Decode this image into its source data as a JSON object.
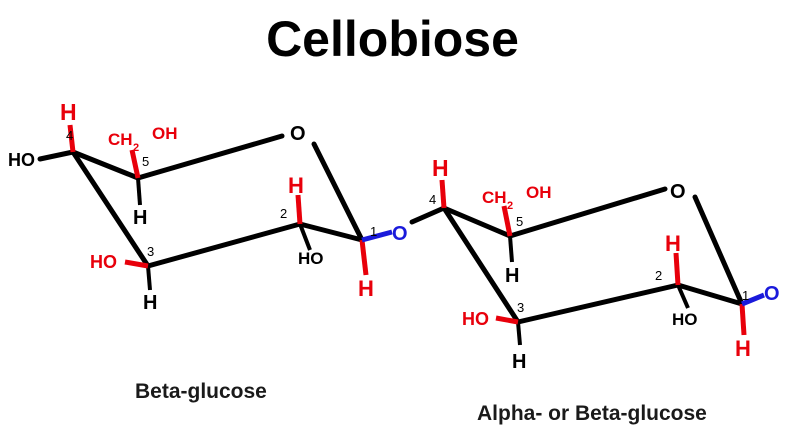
{
  "title": "Cellobiose",
  "colors": {
    "bond": "#000000",
    "hydrogen": "#e8000b",
    "glycosidic_o": "#1a1adb"
  },
  "labels": {
    "H": "H",
    "HO": "HO",
    "O": "O",
    "CH": "CH",
    "OH": "OH",
    "sub2": "2",
    "c1": "1",
    "c2": "2",
    "c3": "3",
    "c4": "4",
    "c5": "5"
  },
  "captions": {
    "left_ring": "Beta-glucose",
    "right_ring": "Alpha- or Beta-glucose"
  }
}
